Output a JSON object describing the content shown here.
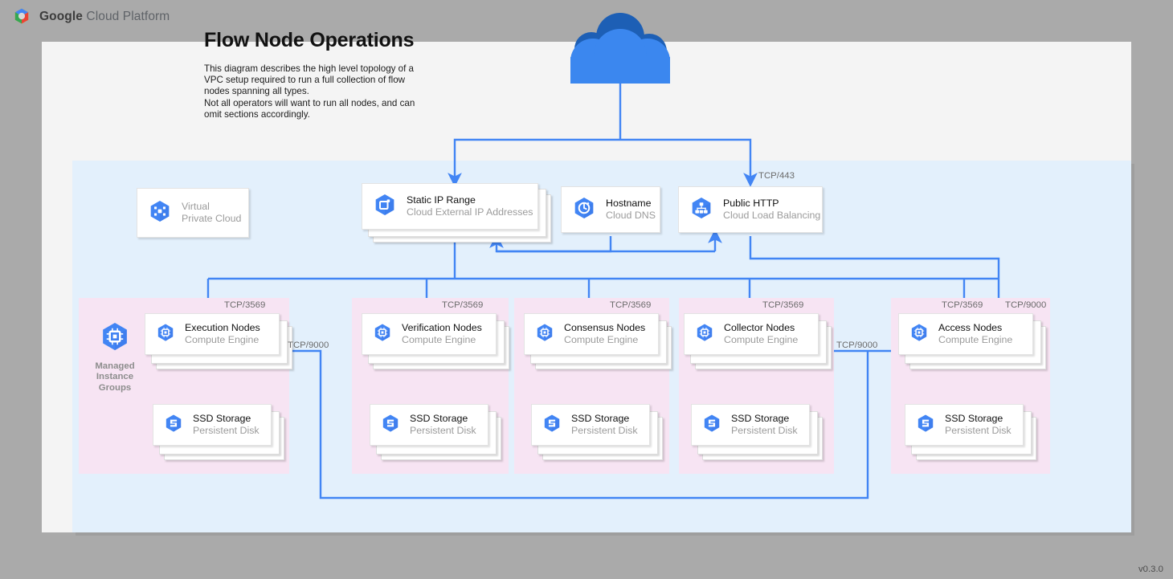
{
  "brand": {
    "bold": "Google",
    "light": " Cloud Platform",
    "logo_icon": "gcp-hexagon-logo"
  },
  "title": "Flow Node Operations",
  "description": [
    "This diagram describes the high level topology of a",
    "VPC setup required to run a full collection of flow",
    "nodes spanning all types.",
    "Not all operators will want to run all nodes, and can",
    "omit sections accordingly."
  ],
  "version": "v0.3.0",
  "colors": {
    "page_background": "#aaaaaa",
    "canvas": "#f4f4f4",
    "vpc_region": "#e3f0fc",
    "group_box": "#f7e4f3",
    "wire": "#4285f4",
    "icon_blue": "#4285f4",
    "cloud_dark": "#1d5fb5",
    "cloud_light": "#3b87ef"
  },
  "top_nodes": [
    {
      "id": "virtual-private-cloud",
      "title": "Virtual",
      "subtitle": "Private Cloud",
      "icon": "vpc-icon",
      "muted": true,
      "stacked": false
    },
    {
      "id": "static-ip-range",
      "title": "Static IP Range",
      "subtitle": "Cloud External IP Addresses",
      "icon": "external-ip-icon",
      "muted": false,
      "stacked": true
    },
    {
      "id": "hostname",
      "title": "Hostname",
      "subtitle": "Cloud DNS",
      "icon": "cloud-dns-icon",
      "muted": false,
      "stacked": false
    },
    {
      "id": "public-http",
      "title": "Public HTTP",
      "subtitle": "Cloud Load Balancing",
      "icon": "load-balancing-icon",
      "muted": false,
      "stacked": false
    }
  ],
  "managed_instance_groups_label": "Managed\nInstance\nGroups",
  "mig_label_lines": [
    "Managed",
    "Instance",
    "Groups"
  ],
  "mig_icon": "compute-engine-icon",
  "groups": [
    {
      "id": "execution",
      "node": {
        "title": "Execution Nodes",
        "subtitle": "Compute Engine",
        "icon": "compute-engine-icon"
      },
      "storage": {
        "title": "SSD Storage",
        "subtitle": "Persistent Disk",
        "icon": "persistent-disk-icon"
      }
    },
    {
      "id": "verification",
      "node": {
        "title": "Verification Nodes",
        "subtitle": "Compute Engine",
        "icon": "compute-engine-icon"
      },
      "storage": {
        "title": "SSD Storage",
        "subtitle": "Persistent Disk",
        "icon": "persistent-disk-icon"
      }
    },
    {
      "id": "consensus",
      "node": {
        "title": "Consensus Nodes",
        "subtitle": "Compute Engine",
        "icon": "compute-engine-icon"
      },
      "storage": {
        "title": "SSD Storage",
        "subtitle": "Persistent Disk",
        "icon": "persistent-disk-icon"
      }
    },
    {
      "id": "collector",
      "node": {
        "title": "Collector Nodes",
        "subtitle": "Compute Engine",
        "icon": "compute-engine-icon"
      },
      "storage": {
        "title": "SSD Storage",
        "subtitle": "Persistent Disk",
        "icon": "persistent-disk-icon"
      }
    },
    {
      "id": "access",
      "node": {
        "title": "Access Nodes",
        "subtitle": "Compute Engine",
        "icon": "compute-engine-icon"
      },
      "storage": {
        "title": "SSD Storage",
        "subtitle": "Persistent Disk",
        "icon": "persistent-disk-icon"
      }
    }
  ],
  "port_labels": [
    {
      "id": "tcp-443-public-http",
      "text": "TCP/443"
    },
    {
      "id": "tcp-3569-execution",
      "text": "TCP/3569"
    },
    {
      "id": "tcp-3569-verification",
      "text": "TCP/3569"
    },
    {
      "id": "tcp-3569-consensus",
      "text": "TCP/3569"
    },
    {
      "id": "tcp-3569-collector",
      "text": "TCP/3569"
    },
    {
      "id": "tcp-3569-access",
      "text": "TCP/3569"
    },
    {
      "id": "tcp-9000-access",
      "text": "TCP/9000"
    },
    {
      "id": "tcp-9000-execution",
      "text": "TCP/9000"
    },
    {
      "id": "tcp-9000-collector",
      "text": "TCP/9000"
    }
  ]
}
